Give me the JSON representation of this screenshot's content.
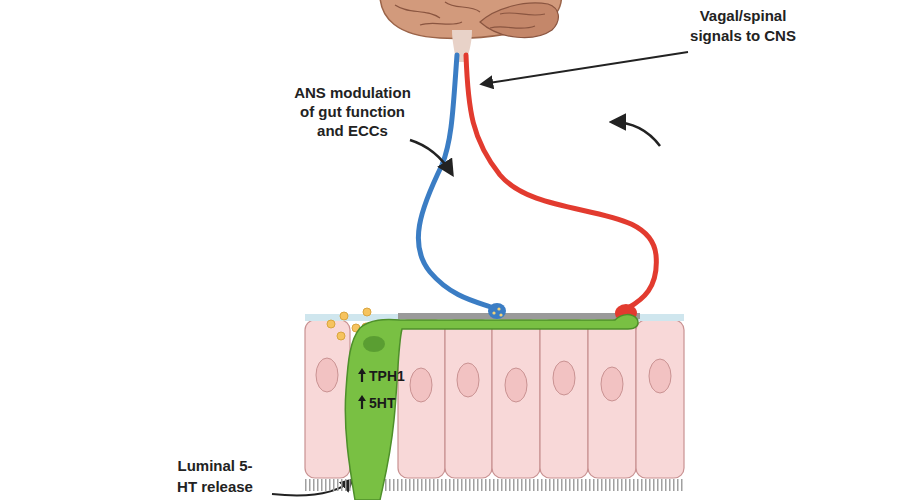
{
  "diagram": {
    "nodes": [
      {
        "text": [
          "TPH1",
          "5HT"
        ]
      }
    ],
    "labels": [
      "Vagal/spinal signals to CNS",
      "ANS modulation of gut function and ECCs",
      "Luminal 5-HT release"
    ]
  }
}
